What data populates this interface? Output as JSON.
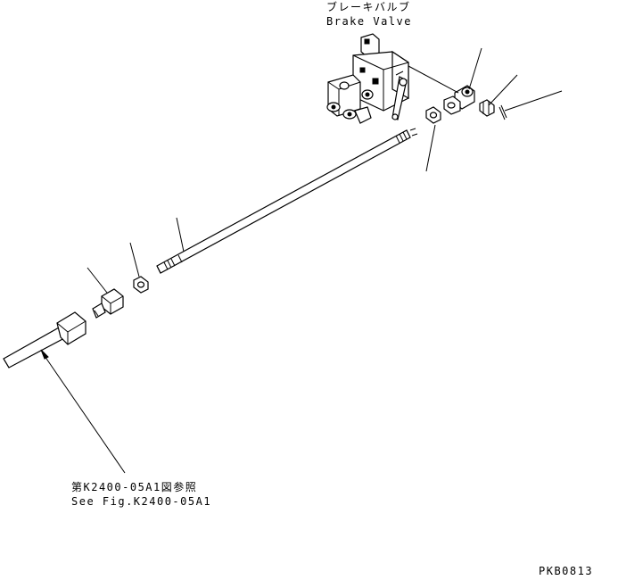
{
  "labels": {
    "brake_valve_jp": "ブレーキバルブ",
    "brake_valve_en": "Brake Valve",
    "see_fig_jp": "第K2400-05A1図参照",
    "see_fig_en": "See Fig.K2400-05A1",
    "drawing_code": "PKB0813"
  }
}
